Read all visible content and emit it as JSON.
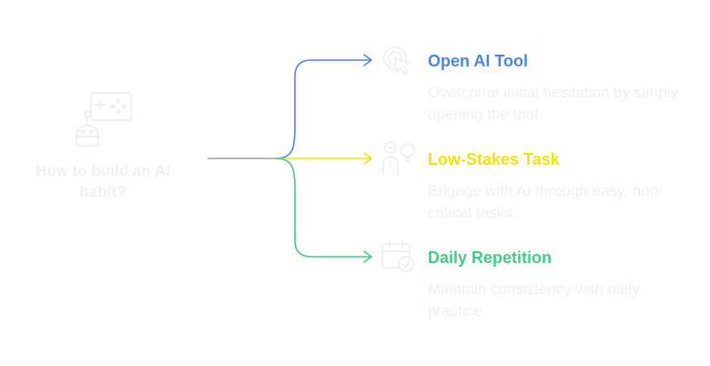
{
  "root": {
    "label": "How to build an AI habit?",
    "icon": "robot-gamepad-icon"
  },
  "branches": [
    {
      "title": "Open AI Tool",
      "description": "Overcome initial hesitation by simply opening the tool.",
      "color": "#4a86e8",
      "icon": "cursor-click-icon"
    },
    {
      "title": "Low-Stakes Task",
      "description": "Engage with AI through easy, non-critical tasks.",
      "color": "#f2e600",
      "icon": "person-lightbulb-icon"
    },
    {
      "title": "Daily Repetition",
      "description": "Maintain consistency with daily practice.",
      "color": "#3ecf84",
      "icon": "calendar-check-icon"
    }
  ],
  "colors": {
    "stem": "#9e9e9e",
    "faded_icon": "#f0f0f0",
    "faded_text": "#efefef"
  }
}
